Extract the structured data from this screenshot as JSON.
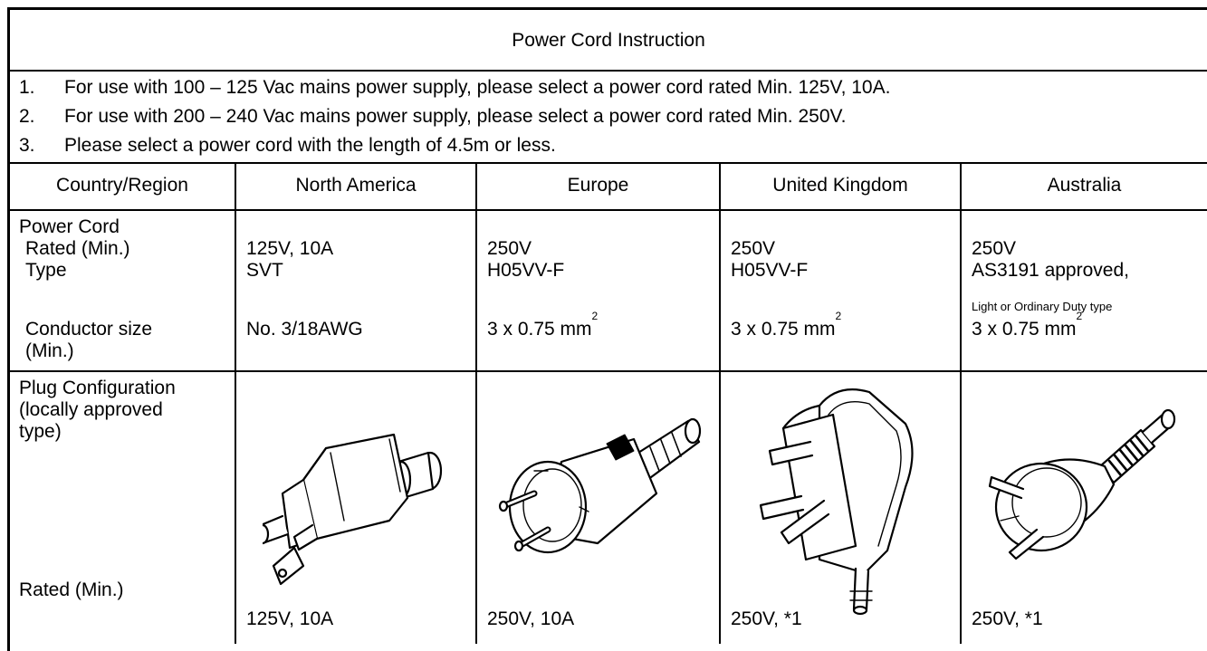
{
  "title": "Power Cord Instruction",
  "instructions": [
    {
      "num": "1.",
      "text": "For use with 100 – 125 Vac mains power supply, please select a power cord rated Min. 125V, 10A."
    },
    {
      "num": "2.",
      "text": "For use with 200 – 240 Vac mains power supply, please select a power cord rated Min. 250V."
    },
    {
      "num": "3.",
      "text": "Please select a power cord with the length of 4.5m or less."
    }
  ],
  "header": {
    "col0": "Country/Region",
    "col1": "North America",
    "col2": "Europe",
    "col3": "United Kingdom",
    "col4": "Australia"
  },
  "cord": {
    "label_power_cord": "Power Cord",
    "label_rated": "Rated (Min.)",
    "label_type": "Type",
    "label_conductor": "Conductor size",
    "label_min": "(Min.)",
    "na": {
      "rated": "125V, 10A",
      "type": "SVT",
      "conductor": "No. 3/18AWG"
    },
    "eu": {
      "rated": "250V",
      "type": "H05VV-F",
      "conductor": "3 x 0.75 mm",
      "sup": "2"
    },
    "uk": {
      "rated": "250V",
      "type": "H05VV-F",
      "conductor": "3 x 0.75 mm",
      "sup": "2"
    },
    "au": {
      "rated": "250V",
      "type": "AS3191 approved,",
      "note": "Light or Ordinary Duty type",
      "conductor": "3 x 0.75 mm",
      "sup": "2"
    }
  },
  "plug": {
    "label_l1": "Plug Configuration",
    "label_l2": "(locally approved",
    "label_l3": "type)",
    "label_rated": "Rated (Min.)",
    "na": {
      "rated": "125V, 10A",
      "icon": "north-america-plug-icon"
    },
    "eu": {
      "rated": "250V, 10A",
      "icon": "europe-plug-icon"
    },
    "uk": {
      "rated": "250V, *1",
      "icon": "uk-plug-icon"
    },
    "au": {
      "rated": "250V, *1",
      "icon": "australia-plug-icon"
    }
  }
}
